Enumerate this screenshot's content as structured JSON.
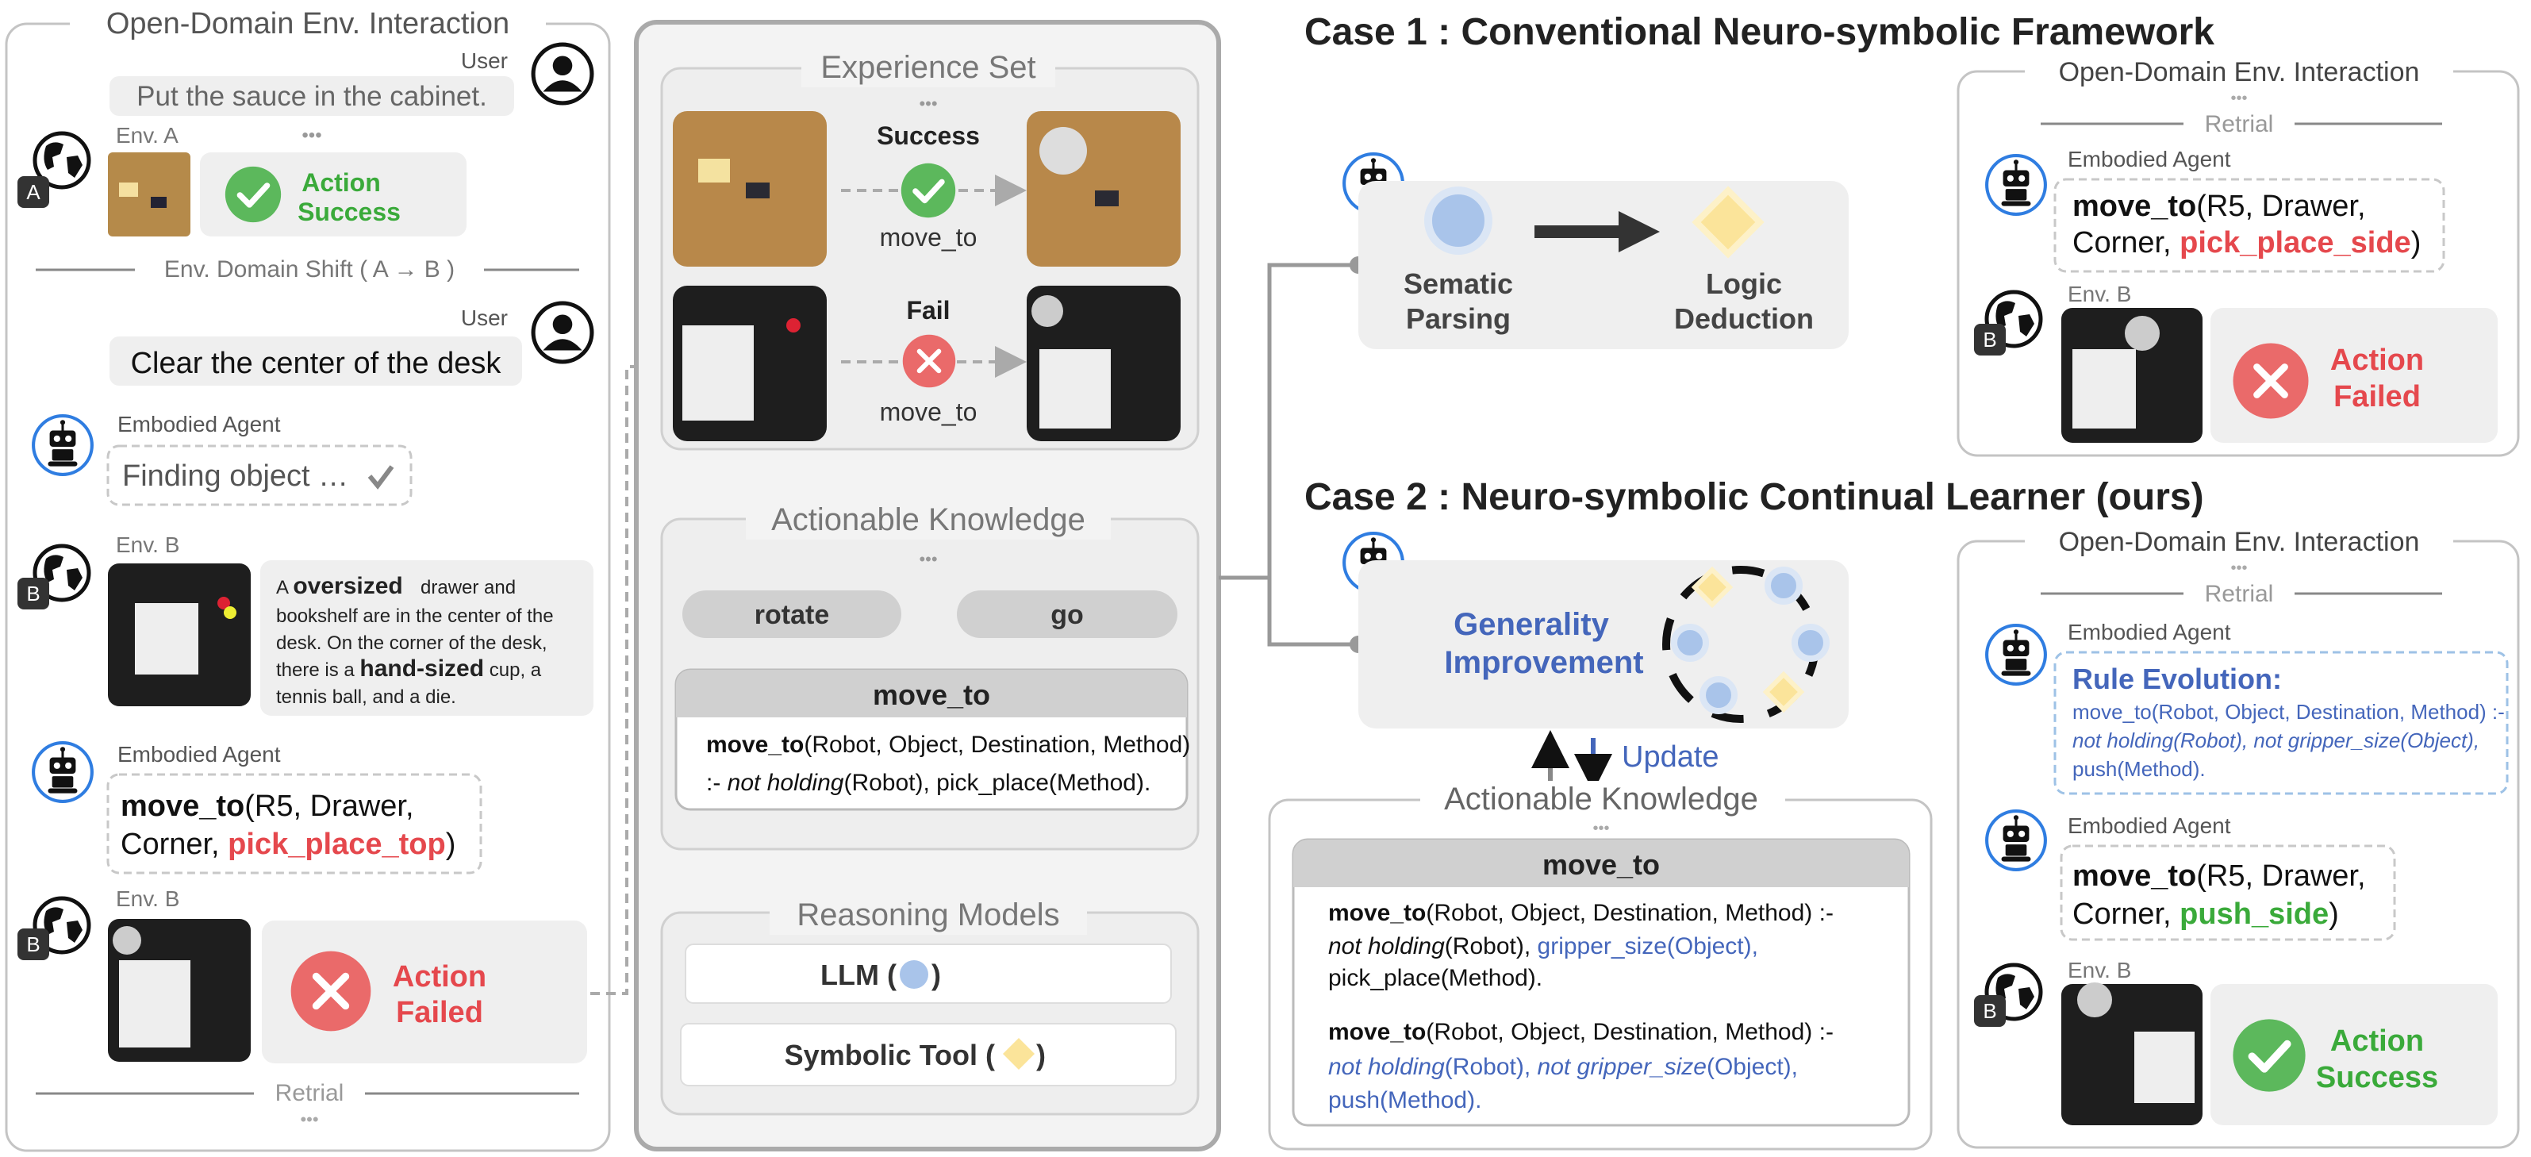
{
  "left_panel": {
    "title": "Open-Domain Env. Interaction",
    "user_label": "User",
    "user_msg1": "Put the sauce in the cabinet.",
    "env_a_label": "Env. A",
    "env_a_badge": "A",
    "action_success_1": "Action",
    "action_success_2": "Success",
    "domain_shift": "Env. Domain Shift ( A → B )",
    "user_label2": "User",
    "user_msg2": "Clear the center of the desk",
    "agent_label1": "Embodied Agent",
    "agent_finding": "Finding object …",
    "env_b_label1": "Env. B",
    "env_b_badge": "B",
    "desc_p1": "A ",
    "desc_b1": "oversized",
    "desc_p2": " drawer and bookshelf are in the center of the desk. On the corner of the desk, there is a ",
    "desc_b2": "hand-sized",
    "desc_p3": " cup, a tennis ball, and a die.",
    "agent_label2": "Embodied Agent",
    "cmd_func": "move_to",
    "cmd_args": "(R5, Drawer,",
    "cmd_line2": "Corner, ",
    "cmd_red": "pick_place_top",
    "cmd_close": ")",
    "env_b_label2": "Env. B",
    "action_failed_1": "Action",
    "action_failed_2": "Failed",
    "retrial": "Retrial",
    "ellipsis": "•••"
  },
  "middle_panel": {
    "experience_title": "Experience Set",
    "success_label": "Success",
    "fail_label": "Fail",
    "move_to_1": "move_to",
    "move_to_2": "move_to",
    "ak_title": "Actionable Knowledge",
    "btn_rotate": "rotate",
    "btn_go": "go",
    "card_header": "move_to",
    "rule_func": "move_to",
    "rule_args": "(Robot, Object, Destination, Method)",
    "rule_line2_a": ":- ",
    "rule_line2_b": "not holding",
    "rule_line2_c": "(Robot), pick_place(Method).",
    "rm_title": "Reasoning Models",
    "llm": "LLM ( ",
    "llm_close": " )",
    "symbolic": "Symbolic Tool ( ",
    "symbolic_close": " )"
  },
  "case1": {
    "title": "Case 1 : Conventional Neuro-symbolic Framework",
    "sematic_1": "Sematic",
    "sematic_2": "Parsing",
    "logic_1": "Logic",
    "logic_2": "Deduction",
    "odi_title": "Open-Domain Env. Interaction",
    "retrial": "Retrial",
    "agent_label": "Embodied Agent",
    "cmd_func": "move_to",
    "cmd_args": "(R5, Drawer,",
    "cmd_line2": "Corner, ",
    "cmd_red": "pick_place_side",
    "cmd_close": ")",
    "env_b": "Env. B",
    "badge": "B",
    "failed_1": "Action",
    "failed_2": "Failed"
  },
  "case2": {
    "title": "Case 2 : Neuro-symbolic Continual Learner (ours)",
    "generality_1": "Generality",
    "generality_2": "Improvement",
    "update": "Update",
    "ak_title": "Actionable Knowledge",
    "card_header": "move_to",
    "r1_func": "move_to",
    "r1_args": "(Robot, Object, Destination, Method) :-",
    "r1_l2_a": "not holding",
    "r1_l2_b": "(Robot), ",
    "r1_l2_c": "gripper_size(Object),",
    "r1_l3": "pick_place(Method).",
    "r2_func": "move_to",
    "r2_args": "(Robot, Object, Destination, Method) :-",
    "r2_l2_a": "not holding",
    "r2_l2_b": "(Robot), ",
    "r2_l2_c": "not gripper_size",
    "r2_l2_d": "(Object),",
    "r2_l3": "push(Method).",
    "odi_title": "Open-Domain Env. Interaction",
    "retrial": "Retrial",
    "agent_label1": "Embodied Agent",
    "rule_evo": "Rule Evolution:",
    "evo_l1": "move_to(Robot, Object, Destination, Method) :-",
    "evo_l2": "not holding(Robot), not gripper_size(Object),",
    "evo_l3": "push(Method).",
    "agent_label2": "Embodied Agent",
    "cmd_func": "move_to",
    "cmd_args": "(R5, Drawer,",
    "cmd_line2": "Corner, ",
    "cmd_green": "push_side",
    "cmd_close": ")",
    "env_b": "Env. B",
    "badge": "B",
    "success_1": "Action",
    "success_2": "Success"
  },
  "colors": {
    "red": "#e5484d",
    "green": "#3aaa3a",
    "blue": "#4466bb",
    "panel_gray": "#efefef",
    "border_gray": "#bcbcbc"
  },
  "icons": [
    "user-icon",
    "globe-icon",
    "robot-icon",
    "check-icon",
    "x-icon",
    "llm-circle-icon",
    "symbolic-diamond-icon",
    "arrow-icon"
  ]
}
